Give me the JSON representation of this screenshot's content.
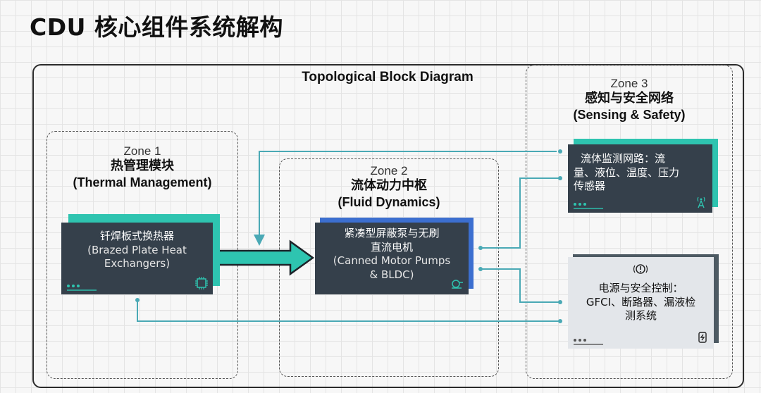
{
  "title": "CDU 核心组件系统解构",
  "diagram_title": "Topological Block Diagram",
  "zones": [
    {
      "label": "Zone 1",
      "name_cn": "热管理模块",
      "name_en": "(Thermal Management)"
    },
    {
      "label": "Zone 2",
      "name_cn": "流体动力中枢",
      "name_en": "(Fluid Dynamics)"
    },
    {
      "label": "Zone 3",
      "name_cn": "感知与安全网络",
      "name_en": "(Sensing & Safety)"
    }
  ],
  "components": {
    "heat_exchanger": {
      "cn": "钎焊板式换热器",
      "en_1": "(Brazed Plate Heat",
      "en_2": "Exchangers)",
      "icon": "chip-icon"
    },
    "pumps": {
      "cn_1": "紧凑型屏蔽泵与无刷",
      "cn_2": "直流电机",
      "en_1": "(Canned Motor Pumps",
      "en_2": "& BLDC)",
      "icon": "pump-icon"
    },
    "sensors": {
      "line_1": "流体监测网路：流",
      "line_2": "量、液位、温度、压力",
      "line_3": "传感器",
      "icon": "antenna-icon"
    },
    "safety": {
      "line_1": "电源与安全控制：",
      "line_2": "GFCI、断路器、漏液检",
      "line_3": "测系统",
      "icons": [
        "alert-icon",
        "power-plug-icon"
      ]
    }
  },
  "colors": {
    "card_dark": "#35404b",
    "teal_accent": "#2ec4b0",
    "blue_accent": "#3c6fd0",
    "card_light": "#e3e6ea",
    "wire": "#4aa9b5"
  }
}
